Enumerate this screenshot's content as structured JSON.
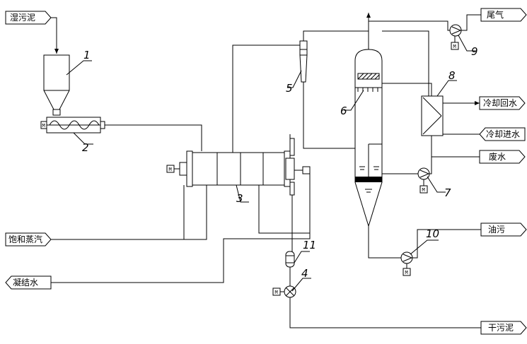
{
  "streams": {
    "wet_sludge": "湿污泥",
    "tail_gas": "尾气",
    "cooling_return": "冷却回水",
    "cooling_inlet": "冷却进水",
    "waste_water": "废水",
    "saturated_steam": "饱和蒸汽",
    "oil_sludge": "油污",
    "condensate": "凝结水",
    "dry_sludge": "干污泥"
  },
  "equipment": {
    "n1": "1",
    "n2": "2",
    "n3": "3",
    "n4": "4",
    "n5": "5",
    "n6": "6",
    "n7": "7",
    "n8": "8",
    "n9": "9",
    "n10": "10"
  },
  "motor": "M"
}
